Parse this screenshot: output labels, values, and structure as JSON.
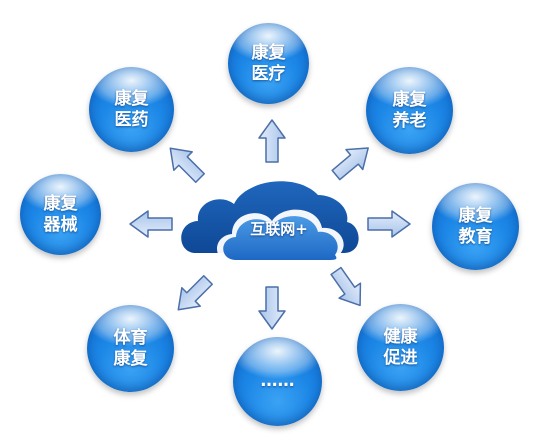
{
  "center": {
    "label": "互联网+"
  },
  "nodes": {
    "medical": {
      "line1": "康复",
      "line2": "医疗"
    },
    "elderly": {
      "line1": "康复",
      "line2": "养老"
    },
    "medicine": {
      "line1": "康复",
      "line2": "医药"
    },
    "equipment": {
      "line1": "康复",
      "line2": "器械"
    },
    "education": {
      "line1": "康复",
      "line2": "教育"
    },
    "sports": {
      "line1": "体育",
      "line2": "康复"
    },
    "more": {
      "line1": "……"
    },
    "health": {
      "line1": "健康",
      "line2": "促进"
    }
  },
  "colors": {
    "bubble": "#1c86e6",
    "cloud_dark": "#1557a8",
    "cloud_light": "#2f7fd6",
    "arrow_fill": "#c3d7f2",
    "arrow_stroke": "#4b6fa8"
  }
}
